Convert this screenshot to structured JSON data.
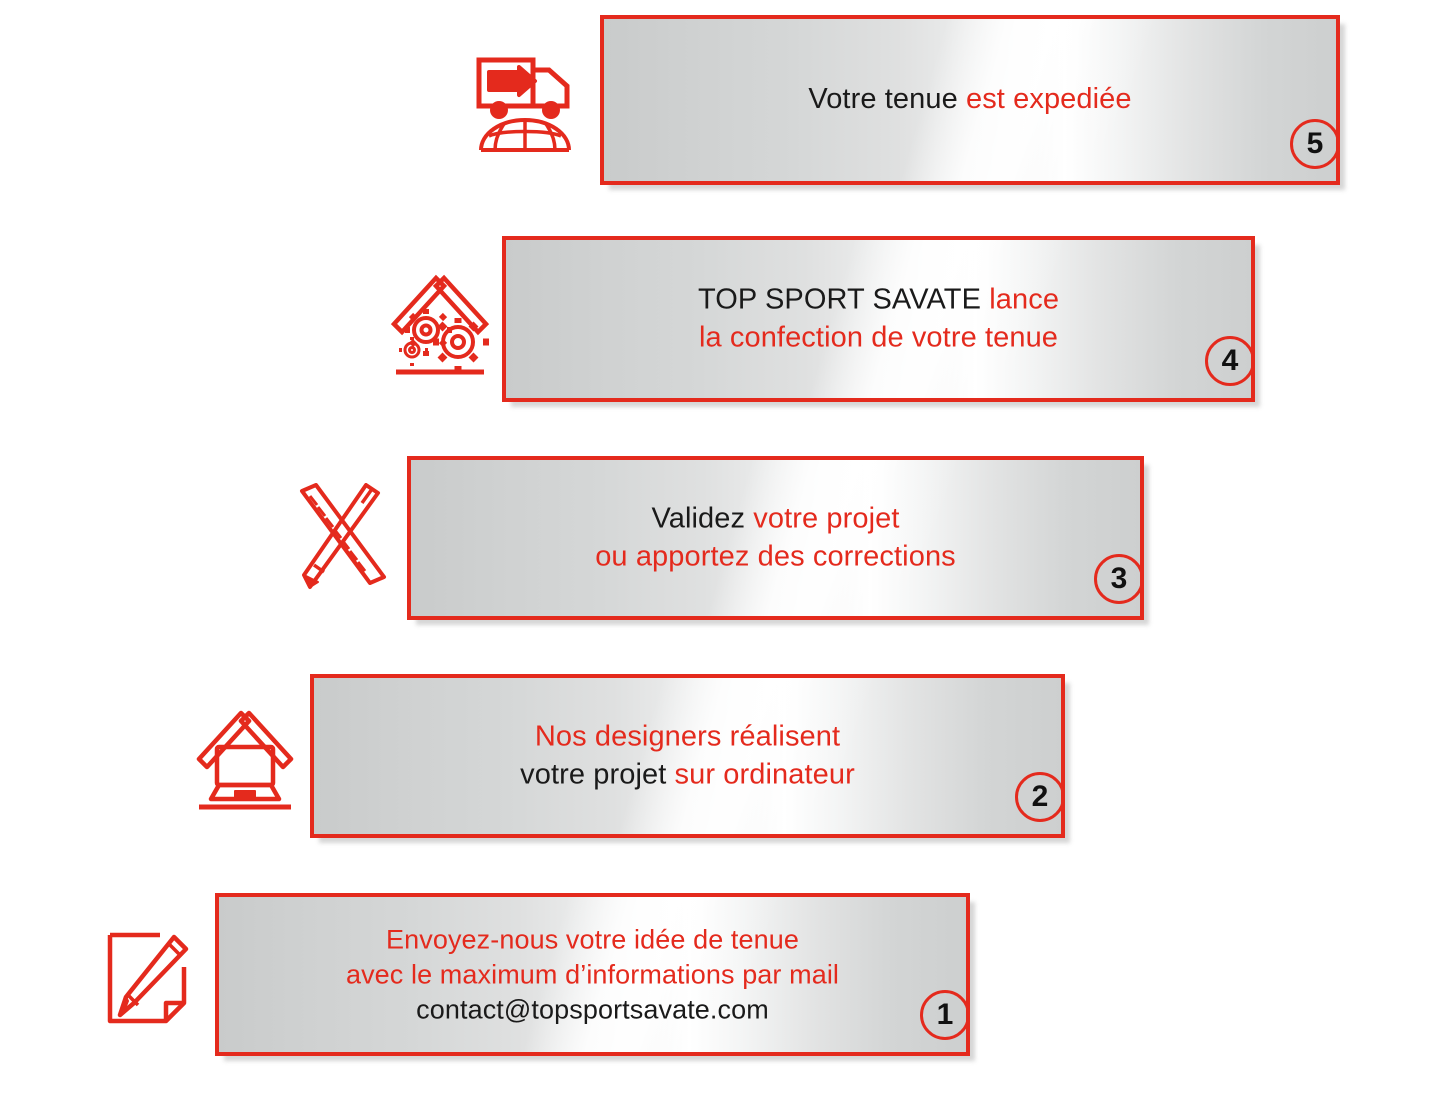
{
  "theme": {
    "accent_red": "#E42A1D",
    "text_black": "#1a1a1a",
    "plaque_light": "#ffffff",
    "plaque_gray": "#c9cbcb",
    "page_background": "#ffffff"
  },
  "steps": [
    {
      "number": "5",
      "icon": "delivery-truck-globe-icon",
      "lines": [
        [
          {
            "t": "Votre tenue ",
            "c": "black"
          },
          {
            "t": "est expediée",
            "c": "red"
          }
        ]
      ]
    },
    {
      "number": "4",
      "icon": "roof-gears-icon",
      "lines": [
        [
          {
            "t": "TOP SPORT SAVATE ",
            "c": "black"
          },
          {
            "t": "lance",
            "c": "red"
          }
        ],
        [
          {
            "t": "la confection de votre tenue",
            "c": "red"
          }
        ]
      ]
    },
    {
      "number": "3",
      "icon": "ruler-pencil-cross-icon",
      "lines": [
        [
          {
            "t": "Validez ",
            "c": "black"
          },
          {
            "t": "votre projet",
            "c": "red"
          }
        ],
        [
          {
            "t": "ou apportez des corrections",
            "c": "red"
          }
        ]
      ]
    },
    {
      "number": "2",
      "icon": "roof-laptop-icon",
      "lines": [
        [
          {
            "t": "Nos designers réalisent",
            "c": "red"
          }
        ],
        [
          {
            "t": "votre projet ",
            "c": "black"
          },
          {
            "t": "sur ordinateur",
            "c": "red"
          }
        ]
      ]
    },
    {
      "number": "1",
      "icon": "paper-pencil-icon",
      "lines": [
        [
          {
            "t": "Envoyez-nous votre idée de tenue",
            "c": "red"
          }
        ],
        [
          {
            "t": "avec le maximum d’informations par mail",
            "c": "red"
          }
        ],
        [
          {
            "t": "contact@topsportsavate.com",
            "c": "black"
          }
        ]
      ]
    }
  ]
}
